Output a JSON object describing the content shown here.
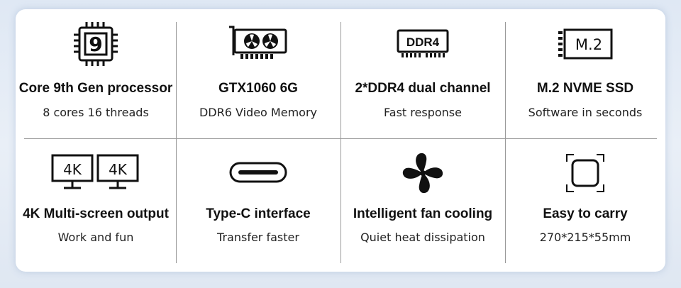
{
  "features": [
    {
      "title": "Core 9th Gen processor",
      "subtitle": "8 cores 16 threads",
      "icon": "cpu-icon",
      "icon_text": "9"
    },
    {
      "title": "GTX1060 6G",
      "subtitle": "DDR6 Video Memory",
      "icon": "graphics-card-icon"
    },
    {
      "title": "2*DDR4 dual channel",
      "subtitle": "Fast response",
      "icon": "ram-icon",
      "icon_text": "DDR4"
    },
    {
      "title": "M.2 NVME SSD",
      "subtitle": "Software in seconds",
      "icon": "ssd-icon",
      "icon_text": "M.2"
    },
    {
      "title": "4K Multi-screen output",
      "subtitle": "Work and fun",
      "icon": "dual-monitor-icon",
      "icon_text": "4K"
    },
    {
      "title": "Type-C interface",
      "subtitle": "Transfer faster",
      "icon": "usb-c-port-icon"
    },
    {
      "title": "Intelligent fan cooling",
      "subtitle": "Quiet heat dissipation",
      "icon": "fan-icon"
    },
    {
      "title": "Easy to carry",
      "subtitle": "270*215*55mm",
      "icon": "compact-box-icon"
    }
  ],
  "colors": {
    "text": "#111111",
    "divider": "#9a9a9a",
    "background": "#e4ecf6"
  }
}
